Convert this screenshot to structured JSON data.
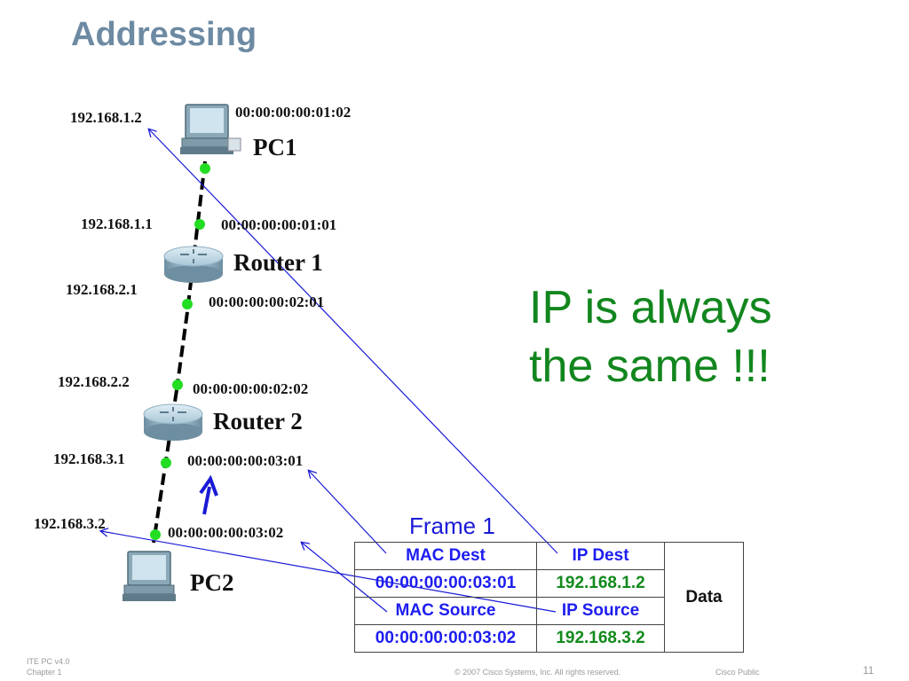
{
  "slide": {
    "title": "Addressing",
    "note": "IP is always the same !!!",
    "page_number": "11"
  },
  "devices": {
    "pc1": {
      "name": "PC1",
      "ip": "192.168.1.2",
      "mac": "00:00:00:00:01:02",
      "icon": "desktop-computer-icon"
    },
    "router1": {
      "name": "Router 1",
      "ip_top": "192.168.1.1",
      "mac_top": "00:00:00:00:01:01",
      "ip_bottom": "192.168.2.1",
      "mac_bottom": "00:00:00:00:02:01",
      "icon": "router-icon"
    },
    "router2": {
      "name": "Router 2",
      "ip_top": "192.168.2.2",
      "mac_top": "00:00:00:00:02:02",
      "ip_bottom": "192.168.3.1",
      "mac_bottom": "00:00:00:00:03:01",
      "icon": "router-icon"
    },
    "pc2": {
      "name": "PC2",
      "ip": "192.168.3.2",
      "mac": "00:00:00:00:03:02",
      "icon": "desktop-computer-icon"
    }
  },
  "frame": {
    "title": "Frame 1",
    "mac_dest_label": "MAC Dest",
    "mac_dest_value": "00:00:00:00:03:01",
    "ip_dest_label": "IP Dest",
    "ip_dest_value": "192.168.1.2",
    "mac_source_label": "MAC Source",
    "mac_source_value": "00:00:00:00:03:02",
    "ip_source_label": "IP Source",
    "ip_source_value": "192.168.3.2",
    "data_label": "Data"
  },
  "footer": {
    "course": "ITE PC v4.0",
    "chapter": "Chapter 1",
    "copyright": "© 2007 Cisco Systems, Inc. All rights reserved.",
    "classification": "Cisco Public"
  },
  "colors": {
    "title": "#6d8aa3",
    "note": "#12861e",
    "frame_title": "#1a1ad6",
    "header_blue": "#1d1df0",
    "value_green": "#128a1c",
    "link_dot": "#22dd22",
    "arrow": "#1a1ad6"
  }
}
